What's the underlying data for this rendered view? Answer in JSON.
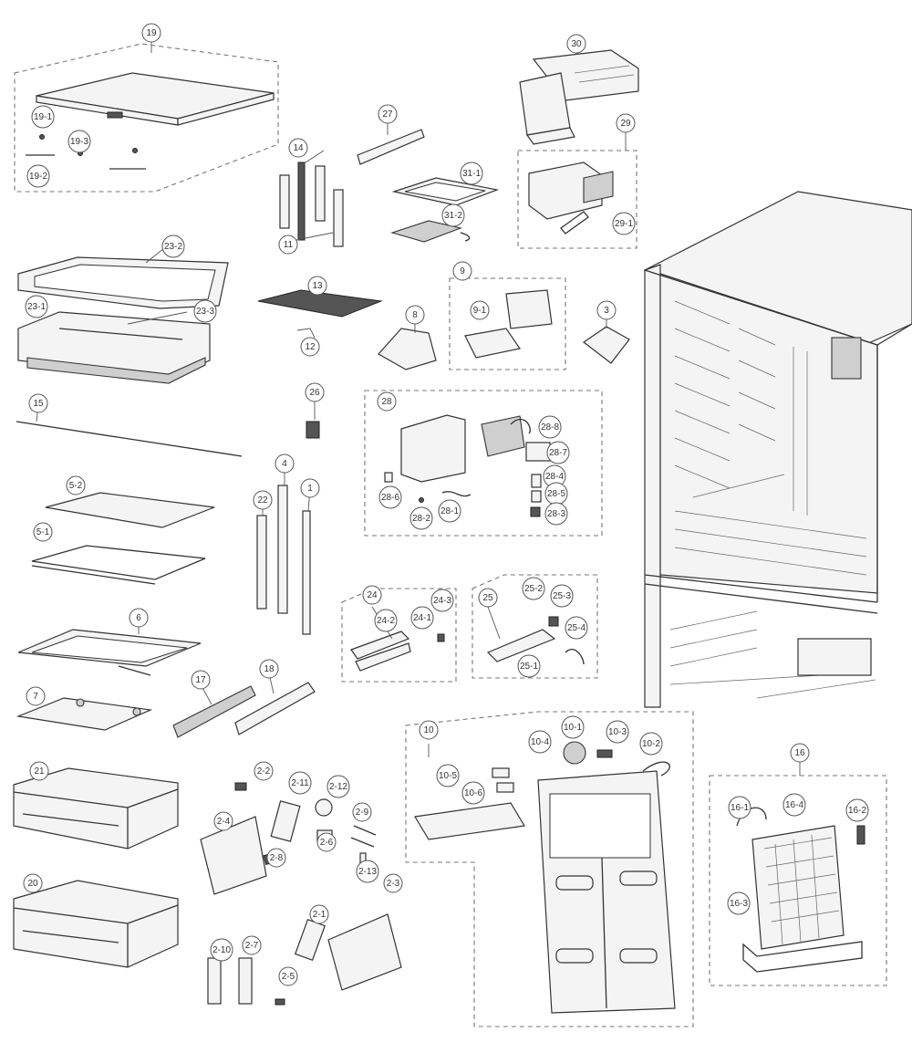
{
  "labels": [
    {
      "id": "19",
      "text": "19"
    },
    {
      "id": "19-1",
      "text": "19-1"
    },
    {
      "id": "19-3",
      "text": "19-3"
    },
    {
      "id": "19-2",
      "text": "19-2"
    },
    {
      "id": "30",
      "text": "30"
    },
    {
      "id": "29",
      "text": "29"
    },
    {
      "id": "29-1",
      "text": "29-1"
    },
    {
      "id": "27",
      "text": "27"
    },
    {
      "id": "31-1",
      "text": "31-1"
    },
    {
      "id": "31-2",
      "text": "31-2"
    },
    {
      "id": "14",
      "text": "14"
    },
    {
      "id": "11",
      "text": "11"
    },
    {
      "id": "23-2",
      "text": "23-2"
    },
    {
      "id": "23-1",
      "text": "23-1"
    },
    {
      "id": "23-3",
      "text": "23-3"
    },
    {
      "id": "13",
      "text": "13"
    },
    {
      "id": "12",
      "text": "12"
    },
    {
      "id": "9",
      "text": "9"
    },
    {
      "id": "9-1",
      "text": "9-1"
    },
    {
      "id": "8",
      "text": "8"
    },
    {
      "id": "3",
      "text": "3"
    },
    {
      "id": "15",
      "text": "15"
    },
    {
      "id": "26",
      "text": "26"
    },
    {
      "id": "28",
      "text": "28"
    },
    {
      "id": "28-8",
      "text": "28-8"
    },
    {
      "id": "28-7",
      "text": "28-7"
    },
    {
      "id": "28-4",
      "text": "28-4"
    },
    {
      "id": "28-5",
      "text": "28-5"
    },
    {
      "id": "28-3",
      "text": "28-3"
    },
    {
      "id": "28-6",
      "text": "28-6"
    },
    {
      "id": "28-2",
      "text": "28-2"
    },
    {
      "id": "28-1",
      "text": "28-1"
    },
    {
      "id": "5-2",
      "text": "5-2"
    },
    {
      "id": "5-1",
      "text": "5-1"
    },
    {
      "id": "22",
      "text": "22"
    },
    {
      "id": "4",
      "text": "4"
    },
    {
      "id": "1",
      "text": "1"
    },
    {
      "id": "24",
      "text": "24"
    },
    {
      "id": "24-2",
      "text": "24-2"
    },
    {
      "id": "24-1",
      "text": "24-1"
    },
    {
      "id": "24-3",
      "text": "24-3"
    },
    {
      "id": "25",
      "text": "25"
    },
    {
      "id": "25-2",
      "text": "25-2"
    },
    {
      "id": "25-3",
      "text": "25-3"
    },
    {
      "id": "25-4",
      "text": "25-4"
    },
    {
      "id": "25-1",
      "text": "25-1"
    },
    {
      "id": "6",
      "text": "6"
    },
    {
      "id": "7",
      "text": "7"
    },
    {
      "id": "17",
      "text": "17"
    },
    {
      "id": "18",
      "text": "18"
    },
    {
      "id": "10",
      "text": "10"
    },
    {
      "id": "10-4",
      "text": "10-4"
    },
    {
      "id": "10-1",
      "text": "10-1"
    },
    {
      "id": "10-3",
      "text": "10-3"
    },
    {
      "id": "10-2",
      "text": "10-2"
    },
    {
      "id": "10-5",
      "text": "10-5"
    },
    {
      "id": "10-6",
      "text": "10-6"
    },
    {
      "id": "16",
      "text": "16"
    },
    {
      "id": "16-1",
      "text": "16-1"
    },
    {
      "id": "16-4",
      "text": "16-4"
    },
    {
      "id": "16-2",
      "text": "16-2"
    },
    {
      "id": "16-3",
      "text": "16-3"
    },
    {
      "id": "21",
      "text": "21"
    },
    {
      "id": "20",
      "text": "20"
    },
    {
      "id": "2-2",
      "text": "2-2"
    },
    {
      "id": "2-11",
      "text": "2-11"
    },
    {
      "id": "2-12",
      "text": "2-12"
    },
    {
      "id": "2-4",
      "text": "2-4"
    },
    {
      "id": "2-9",
      "text": "2-9"
    },
    {
      "id": "2-6",
      "text": "2-6"
    },
    {
      "id": "2-8",
      "text": "2-8"
    },
    {
      "id": "2-13",
      "text": "2-13"
    },
    {
      "id": "2-3",
      "text": "2-3"
    },
    {
      "id": "2-1",
      "text": "2-1"
    },
    {
      "id": "2-10",
      "text": "2-10"
    },
    {
      "id": "2-7",
      "text": "2-7"
    },
    {
      "id": "2-5",
      "text": "2-5"
    }
  ]
}
